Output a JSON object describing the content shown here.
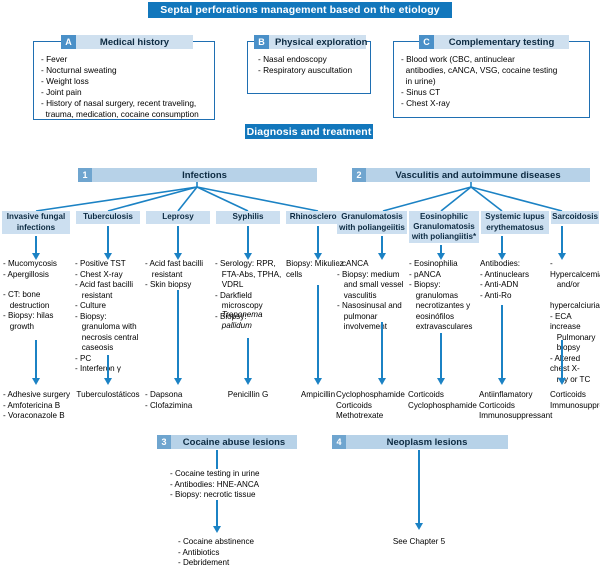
{
  "title": "Septal perforations management based on the etiology",
  "diagnosis_banner": "Diagnosis and treatment",
  "assessment_panels": [
    {
      "badge": "A",
      "title": "Medical history",
      "items": "- Fever\n- Nocturnal sweating\n- Weight loss\n- Joint pain\n- History of nasal surgery, recent traveling,\n  trauma, medication, cocaine consumption"
    },
    {
      "badge": "B",
      "title": "Physical exploration",
      "items": "- Nasal endoscopy\n- Respiratory auscultation"
    },
    {
      "badge": "C",
      "title": "Complementary testing",
      "items": "- Blood work (CBC, antinuclear\n  antibodies, cANCA, VSG, cocaine testing\n  in urine)\n- Sinus CT\n- Chest X-ray"
    }
  ],
  "sections": [
    {
      "badge": "1",
      "title": "Infections"
    },
    {
      "badge": "2",
      "title": "Vasculitis and autoimmune diseases"
    },
    {
      "badge": "3",
      "title": "Cocaine abuse lesions"
    },
    {
      "badge": "4",
      "title": "Neoplasm lesions"
    }
  ],
  "infections": [
    {
      "name": "Invasive fungal\ninfections",
      "diagnosis": "- Mucomycosis\n- Apergillosis",
      "diagnosis2": "- CT: bone\n   destruction\n- Biopsy: hilas\n   growth",
      "treatment": "- Adhesive surgery\n- Amfotericina B\n- Voraconazole B"
    },
    {
      "name": "Tuberculosis",
      "diagnosis": "- Positive TST\n- Chest X-ray\n- Acid fast bacilli\n   resistant\n- Culture\n- Biopsy:\n   granuloma with\n   necrosis central\n   caseosis\n- PC\n- Interferon γ",
      "treatment": "Tuberculostáticos"
    },
    {
      "name": "Leprosy",
      "diagnosis": "- Acid fast bacilli\n   resistant\n- Skin biopsy",
      "treatment": "- Dapsona\n- Clofazimina"
    },
    {
      "name": "Syphilis",
      "diagnosis": "- Serology: RPR,\n   FTA-Abs, TPHA,\n   VDRL\n- Darkfield\n   microscopy\n- Biopsy:",
      "diagnosis_italic": "   Treponema\n   pallidum",
      "treatment": "Penicillin G"
    },
    {
      "name": "Rhinoscleroma",
      "diagnosis": "Biopsy: Mikulicz\ncells",
      "treatment": "Ampicillin"
    }
  ],
  "vasculitis": [
    {
      "name": "Granulomatosis\nwith poliangeiitis",
      "diagnosis": "- cANCA\n- Biopsy: medium\n   and small vessel\n   vasculitis\n- Nasosinusal and\n   pulmonar\n   involvement",
      "treatment": "Cyclophosphamide\nCorticoids\nMethotrexate"
    },
    {
      "name": "Eosinophilic\nGranulomatosis\nwith poliangiitis*",
      "diagnosis": "- Eosinophilia\n- pANCA\n- Biopsy:\n   granulomas\n   necrotizantes y\n   eosinófilos\n   extravasculares",
      "treatment": "Corticoids\nCyclophosphamide"
    },
    {
      "name": "Systemic lupus\nerythematosus",
      "diagnosis": "Antibodies:\n- Antinuclears\n- Anti-ADN\n- Anti-Ro",
      "treatment": "Antiinflamatory\nCorticoids\nImmunosuppressant"
    },
    {
      "name": "Sarcoidosis",
      "diagnosis": "- Hypercalcemia\n   and/or\n   hypercalciuria\n- ECA increase\n   Pulmonary\n   biopsy\n- Altered chest X-\n   ray or TC",
      "treatment": "Corticoids\nImmunosuppressant"
    }
  ],
  "cocaine": {
    "diagnosis": "- Cocaine testing in urine\n- Antibodies: HNE-ANCA\n- Biopsy: necrotic tissue",
    "treatment": "- Cocaine abstinence\n- Antibiotics\n- Debridement"
  },
  "neoplasm": {
    "treatment": "See Chapter 5"
  },
  "colors": {
    "banner_blue": "#1277bc",
    "header_light_blue": "#b7d2e8",
    "badge_blue": "#6fa5cf",
    "box_blue": "#ccdff0",
    "arrow_blue": "#1b82c4",
    "panel_border": "#1f6fb2"
  }
}
